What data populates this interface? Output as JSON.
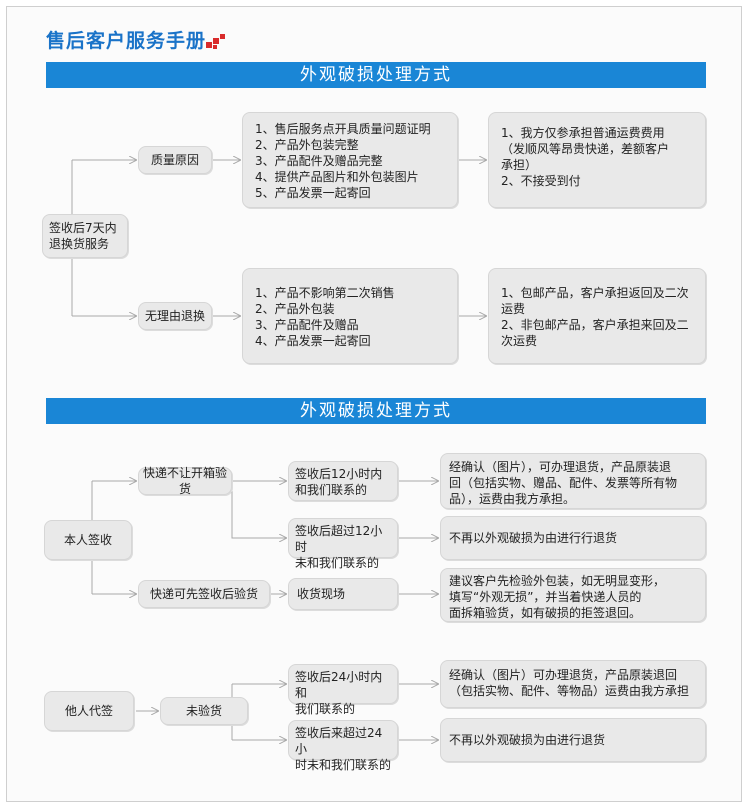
{
  "header": {
    "title": "售后客户服务手册"
  },
  "section1": {
    "banner": "外观破损处理方式",
    "root": {
      "line1": "签收后7天内",
      "line2": "退换货服务"
    },
    "quality": {
      "label": "质量原因",
      "conditions": [
        "1、售后服务点开具质量问题证明",
        "2、产品外包装完整",
        "3、产品配件及赠品完整",
        "4、提供产品图片和外包装图片",
        "5、产品发票一起寄回"
      ],
      "result": [
        "1、我方仅参承担普通运费费用",
        "（发顺风等昂贵快递，差额客户",
        "承担）",
        "2、不接受到付"
      ]
    },
    "noreason": {
      "label": "无理由退换",
      "conditions": [
        "1、产品不影响第二次销售",
        "2、产品外包装",
        "3、产品配件及赠品",
        "4、产品发票一起寄回"
      ],
      "result": [
        "1、包邮产品，客户承担返回及二次",
        "运费",
        "2、非包邮产品，客户承担来回及二",
        "次运费"
      ]
    }
  },
  "section2": {
    "banner": "外观破损处理方式",
    "self": {
      "label": "本人签收",
      "no_open": {
        "label": "快递不让开箱验货",
        "within": {
          "line1": "签收后12小时内",
          "line2": "和我们联系的"
        },
        "within_result": [
          "经确认（图片），可办理退货，产品原装退",
          "回（包括实物、赠品、配件、发票等所有物",
          "品），运费由我方承担。"
        ],
        "over": {
          "line1": "签收后超过12小时",
          "line2": "未和我们联系的"
        },
        "over_result": "不再以外观破损为由进行行退货"
      },
      "sign_first": {
        "label": "快递可先签收后验货",
        "onsite": "收货现场",
        "onsite_result": [
          "建议客户先检验外包装，如无明显变形，",
          "填写“外观无损”，并当着快递人员的",
          "面拆箱验货，如有破损的拒签退回。"
        ]
      }
    },
    "proxy": {
      "label": "他人代签",
      "unchecked": "未验货",
      "within": {
        "line1": "签收后24小时内和",
        "line2": "我们联系的"
      },
      "within_result": [
        "经确认（图片）可办理退货，产品原装退回",
        "（包括实物、配件、等物品）运费由我方承担"
      ],
      "over": {
        "line1": "签收后来超过24小",
        "line2": "时未和我们联系的"
      },
      "over_result": "不再以外观破损为由进行退货"
    }
  },
  "colors": {
    "banner": "#1a86d6",
    "title": "#1a73c8",
    "box": "#e9e9e9",
    "line": "#a8a8a8",
    "logo": "#d92b2b"
  }
}
